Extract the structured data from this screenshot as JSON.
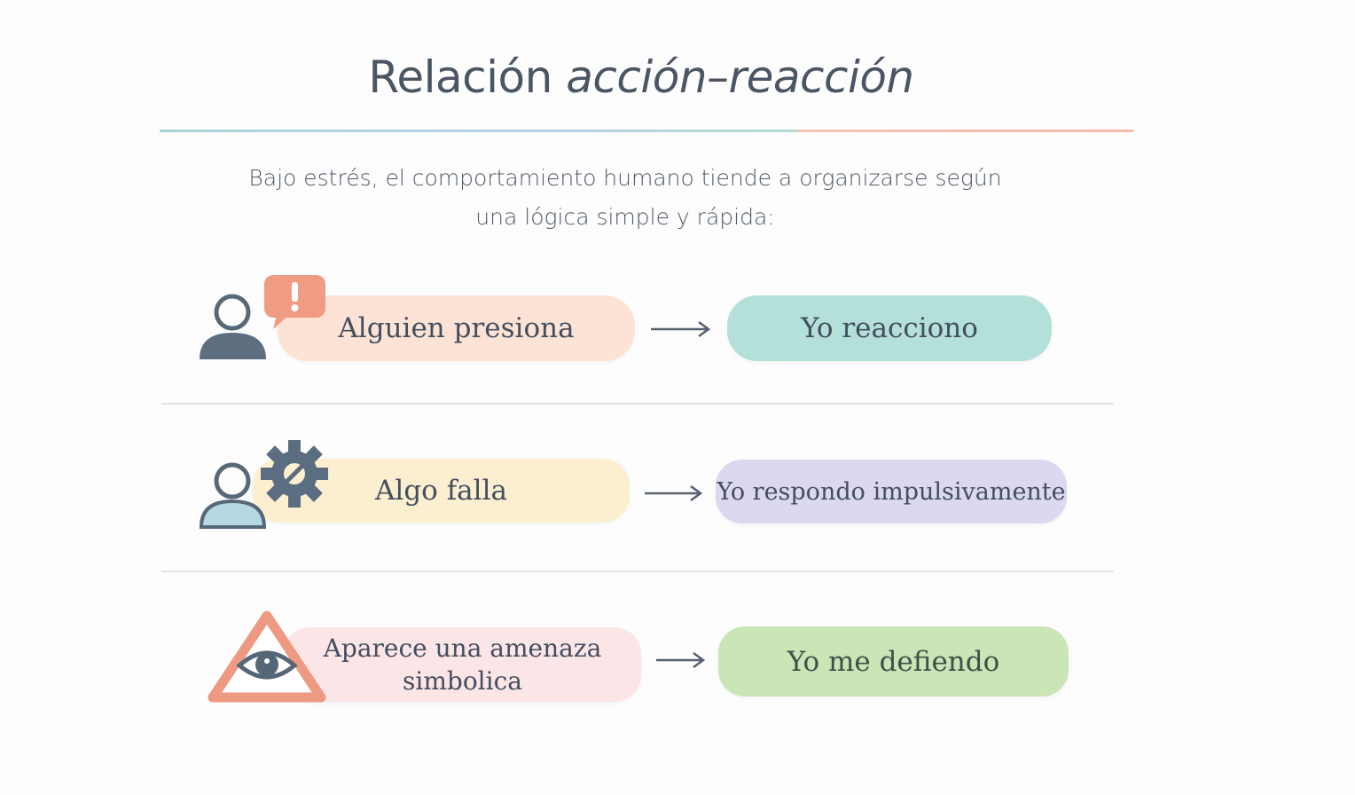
{
  "title": {
    "plain": "Relación ",
    "italic": "acción–reacción"
  },
  "subtitle": [
    "Bajo estrés, el comportamiento humano tiende a organizarse según",
    "una lógica simple y rápida:"
  ],
  "rows": [
    {
      "action": "Alguien presiona",
      "reaction": "Yo reacciono",
      "icon": "person-alert-bubble-icon",
      "action_color": "#fde3d6",
      "reaction_color": "#b4e0da"
    },
    {
      "action": "Algo falla",
      "reaction": "Yo respondo impulsivamente",
      "icon": "person-broken-gear-icon",
      "action_color": "#fcefd0",
      "reaction_color": "#dbd8ef"
    },
    {
      "action": "Aparece una amenaza simbolica",
      "reaction": "Yo me defiendo",
      "icon": "warning-eye-icon",
      "action_color": "#fce5e7",
      "reaction_color": "#cae5b6"
    }
  ]
}
